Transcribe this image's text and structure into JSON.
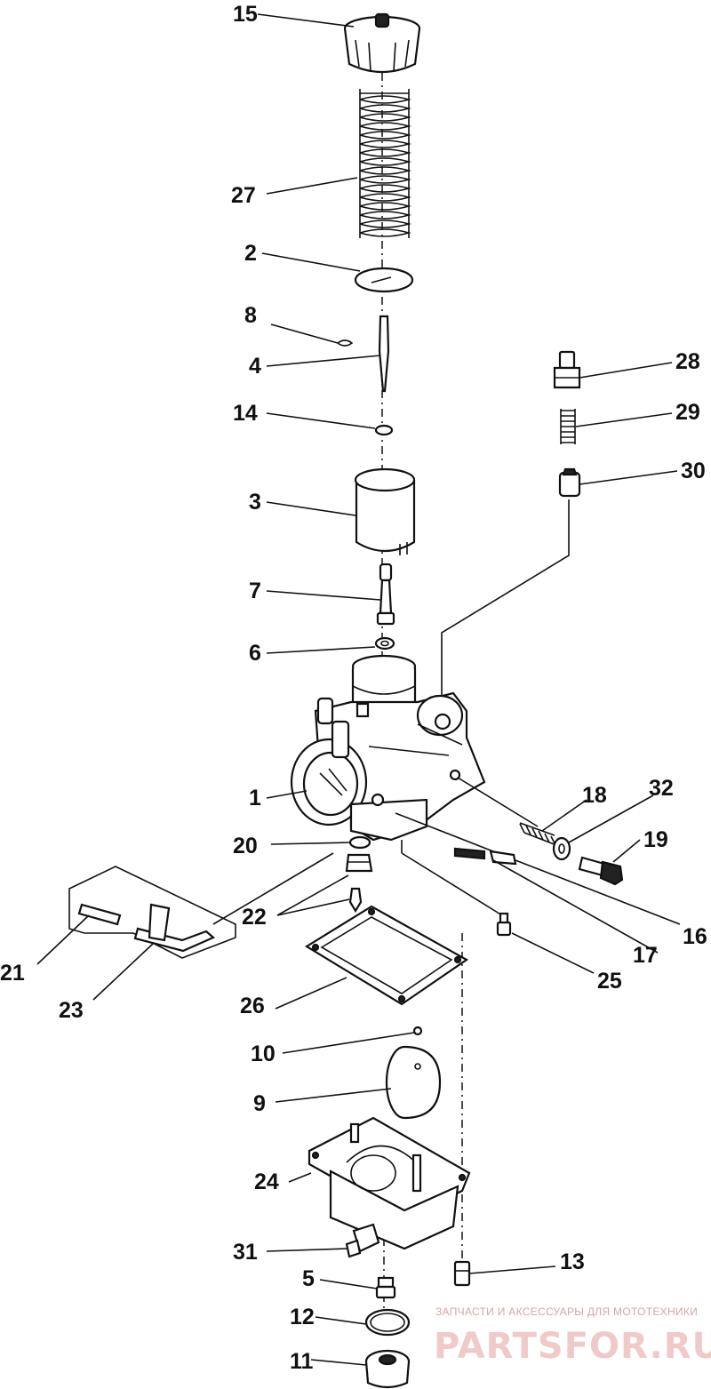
{
  "callouts": [
    {
      "id": "15",
      "text": "15"
    },
    {
      "id": "27",
      "text": "27"
    },
    {
      "id": "2",
      "text": "2"
    },
    {
      "id": "8",
      "text": "8"
    },
    {
      "id": "4",
      "text": "4"
    },
    {
      "id": "14",
      "text": "14"
    },
    {
      "id": "3",
      "text": "3"
    },
    {
      "id": "7",
      "text": "7"
    },
    {
      "id": "6",
      "text": "6"
    },
    {
      "id": "28",
      "text": "28"
    },
    {
      "id": "29",
      "text": "29"
    },
    {
      "id": "30",
      "text": "30"
    },
    {
      "id": "1",
      "text": "1"
    },
    {
      "id": "18",
      "text": "18"
    },
    {
      "id": "32",
      "text": "32"
    },
    {
      "id": "19",
      "text": "19"
    },
    {
      "id": "20",
      "text": "20"
    },
    {
      "id": "22",
      "text": "22"
    },
    {
      "id": "16",
      "text": "16"
    },
    {
      "id": "17",
      "text": "17"
    },
    {
      "id": "21",
      "text": "21"
    },
    {
      "id": "23",
      "text": "23"
    },
    {
      "id": "25",
      "text": "25"
    },
    {
      "id": "26",
      "text": "26"
    },
    {
      "id": "10",
      "text": "10"
    },
    {
      "id": "9",
      "text": "9"
    },
    {
      "id": "24",
      "text": "24"
    },
    {
      "id": "31",
      "text": "31"
    },
    {
      "id": "13",
      "text": "13"
    },
    {
      "id": "5",
      "text": "5"
    },
    {
      "id": "12",
      "text": "12"
    },
    {
      "id": "11",
      "text": "11"
    }
  ],
  "watermark": {
    "tagline": "ЗАПЧАСТИ И АКСЕССУАРЫ ДЛЯ МОТОТЕХНИКИ",
    "brand": "PARTSFOR.RU"
  }
}
